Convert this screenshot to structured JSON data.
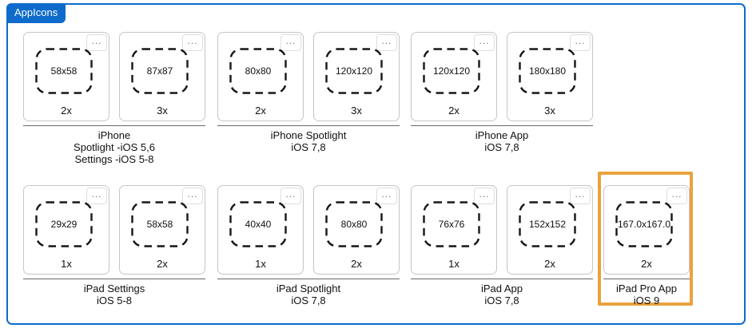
{
  "tab": {
    "label": "AppIcons"
  },
  "ui": {
    "more_label": "...",
    "accent_color": "#0e6bcb",
    "highlight_color": "#e8a33d"
  },
  "rows": [
    {
      "groups": [
        {
          "title_lines": [
            "iPhone",
            "Spotlight -iOS 5,6",
            "Settings -iOS 5-8"
          ],
          "cards": [
            {
              "size": "58x58",
              "scale": "2x"
            },
            {
              "size": "87x87",
              "scale": "3x"
            }
          ]
        },
        {
          "title_lines": [
            "iPhone Spotlight",
            "iOS 7,8"
          ],
          "cards": [
            {
              "size": "80x80",
              "scale": "2x"
            },
            {
              "size": "120x120",
              "scale": "3x"
            }
          ]
        },
        {
          "title_lines": [
            "iPhone App",
            "iOS 7,8"
          ],
          "cards": [
            {
              "size": "120x120",
              "scale": "2x"
            },
            {
              "size": "180x180",
              "scale": "3x"
            }
          ]
        }
      ]
    },
    {
      "groups": [
        {
          "title_lines": [
            "iPad Settings",
            "iOS 5-8"
          ],
          "cards": [
            {
              "size": "29x29",
              "scale": "1x"
            },
            {
              "size": "58x58",
              "scale": "2x"
            }
          ]
        },
        {
          "title_lines": [
            "iPad Spotlight",
            "iOS 7,8"
          ],
          "cards": [
            {
              "size": "40x40",
              "scale": "1x"
            },
            {
              "size": "80x80",
              "scale": "2x"
            }
          ]
        },
        {
          "title_lines": [
            "iPad App",
            "iOS 7,8"
          ],
          "cards": [
            {
              "size": "76x76",
              "scale": "1x"
            },
            {
              "size": "152x152",
              "scale": "2x"
            }
          ]
        },
        {
          "title_lines": [
            "iPad Pro App",
            "iOS 9"
          ],
          "highlighted": true,
          "cards": [
            {
              "size": "167.0x167.0",
              "scale": "2x"
            }
          ]
        }
      ]
    }
  ]
}
